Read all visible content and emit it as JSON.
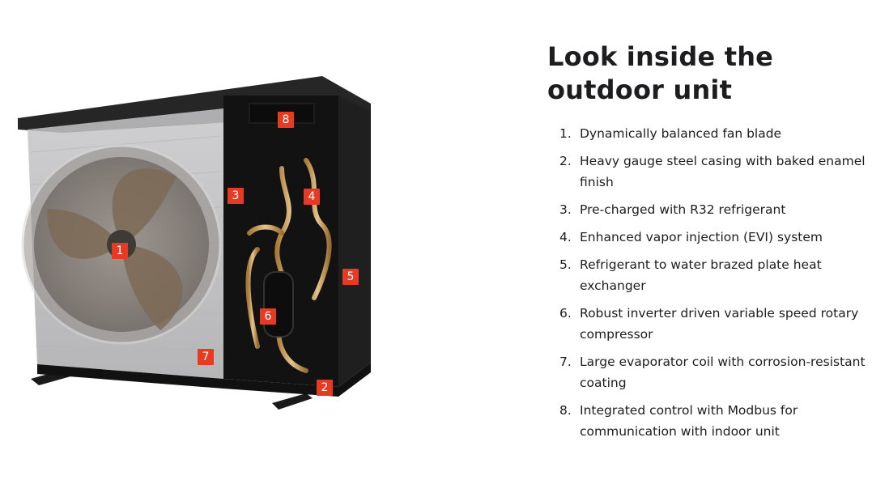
{
  "heading": "Look inside the outdoor unit",
  "badges": [
    "1",
    "2",
    "3",
    "4",
    "5",
    "6",
    "7",
    "8"
  ],
  "features": [
    {
      "num": "1.",
      "text": "Dynamically balanced fan blade"
    },
    {
      "num": "2.",
      "text": "Heavy gauge steel casing with baked enamel finish"
    },
    {
      "num": "3.",
      "text": "Pre-charged with R32 refrigerant"
    },
    {
      "num": "4.",
      "text": "Enhanced vapor injection (EVI) system"
    },
    {
      "num": "5.",
      "text": "Refrigerant to water brazed plate heat exchanger"
    },
    {
      "num": "6.",
      "text": "Robust inverter driven variable speed rotary compressor"
    },
    {
      "num": "7.",
      "text": "Large evaporator coil with corrosion-resistant coating"
    },
    {
      "num": "8.",
      "text": "Integrated control with Modbus for communication with indoor unit"
    }
  ],
  "colors": {
    "badge": "#e63a23",
    "casing": "#1a1a1a",
    "copper": "#c99a5a"
  }
}
